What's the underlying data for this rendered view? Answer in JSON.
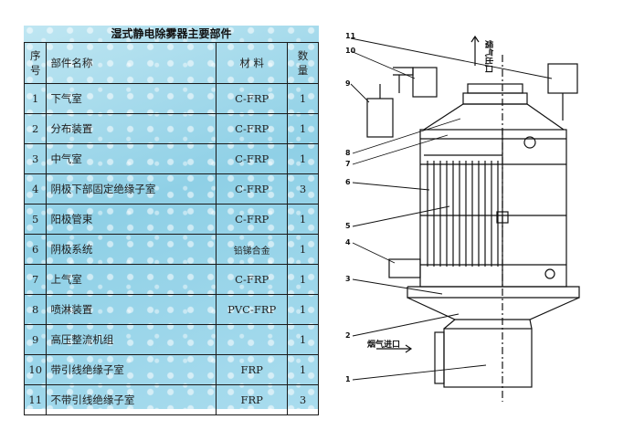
{
  "table": {
    "title": "湿式静电除雾器主要部件",
    "headers": {
      "no": [
        "序",
        "号"
      ],
      "name": "部件名称",
      "material": "材 料",
      "qty": [
        "数",
        "量"
      ]
    },
    "rows": [
      {
        "no": "1",
        "name": "下气室",
        "material": "C-FRP",
        "qty": "1"
      },
      {
        "no": "2",
        "name": "分布装置",
        "material": "C-FRP",
        "qty": "1"
      },
      {
        "no": "3",
        "name": "中气室",
        "material": "C-FRP",
        "qty": "1"
      },
      {
        "no": "4",
        "name": "阴极下部固定绝缘子室",
        "material": "C-FRP",
        "qty": "3"
      },
      {
        "no": "5",
        "name": "阳极管束",
        "material": "C-FRP",
        "qty": "1"
      },
      {
        "no": "6",
        "name": "阴极系统",
        "material": "铅锑合金",
        "qty": "1"
      },
      {
        "no": "7",
        "name": "上气室",
        "material": "C-FRP",
        "qty": "1"
      },
      {
        "no": "8",
        "name": "喷淋装置",
        "material": "PVC-FRP",
        "qty": "1"
      },
      {
        "no": "9",
        "name": "高压整流机组",
        "material": "",
        "qty": "1"
      },
      {
        "no": "10",
        "name": "带引线绝缘子室",
        "material": "FRP",
        "qty": "1"
      },
      {
        "no": "11",
        "name": "不带引线绝缘子室",
        "material": "FRP",
        "qty": "3"
      }
    ]
  },
  "drawing": {
    "outlet_label": "烟气出口",
    "inlet_label": "烟气进口",
    "callouts": [
      "11",
      "10",
      "9",
      "8",
      "7",
      "6",
      "5",
      "4",
      "3",
      "2",
      "1"
    ]
  }
}
